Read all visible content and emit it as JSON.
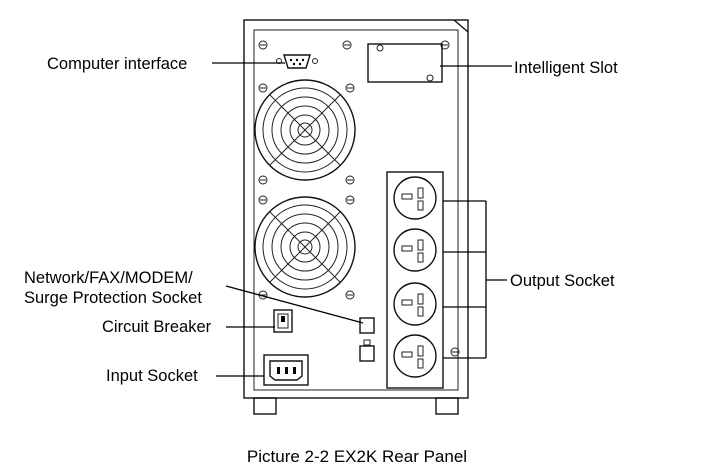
{
  "labels": {
    "computer_interface": "Computer interface",
    "intelligent_slot": "Intelligent Slot",
    "network_line1": "Network/FAX/MODEM/",
    "network_line2": "Surge Protection Socket",
    "circuit_breaker": "Circuit Breaker",
    "input_socket": "Input Socket",
    "output_socket": "Output Socket"
  },
  "caption": "Picture 2-2 EX2K Rear Panel",
  "colors": {
    "line": "#000000",
    "background": "#ffffff"
  },
  "icons": [
    "fan-grille-icon",
    "db9-port-icon",
    "outlet-icon",
    "iec-inlet-icon",
    "breaker-icon",
    "rj45-port-icon",
    "screw-icon"
  ]
}
